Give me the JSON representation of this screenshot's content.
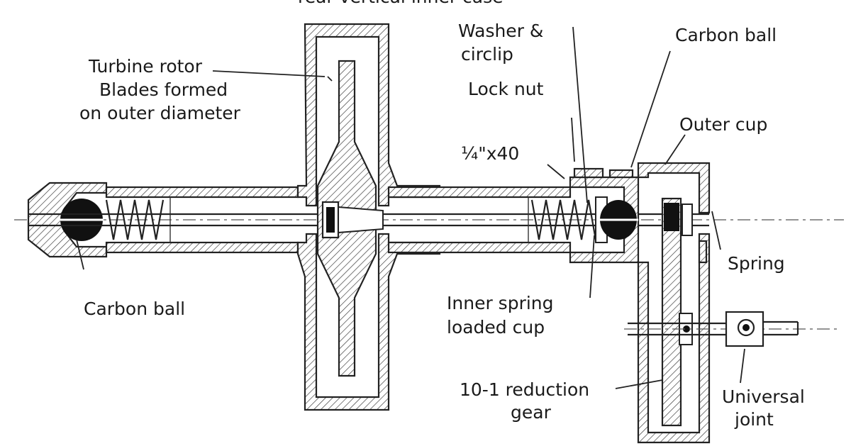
{
  "labels": {
    "top_caption": "rear vertical inner case",
    "turbine_rotor_line1": "Turbine rotor",
    "turbine_rotor_line2": "Blades formed",
    "turbine_rotor_line3": "on outer diameter",
    "washer_line1": "Washer &",
    "washer_line2": "circlip",
    "lock_nut": "Lock nut",
    "thread": "¼\"x40",
    "carbon_ball_right": "Carbon ball",
    "outer_cup": "Outer cup",
    "spring": "Spring",
    "carbon_ball_left": "Carbon ball",
    "inner_cup_line1": "Inner spring",
    "inner_cup_line2": "loaded cup",
    "reduction_line1": "10-1 reduction",
    "reduction_line2": "gear",
    "universal_line1": "Universal",
    "universal_line2": "joint"
  }
}
